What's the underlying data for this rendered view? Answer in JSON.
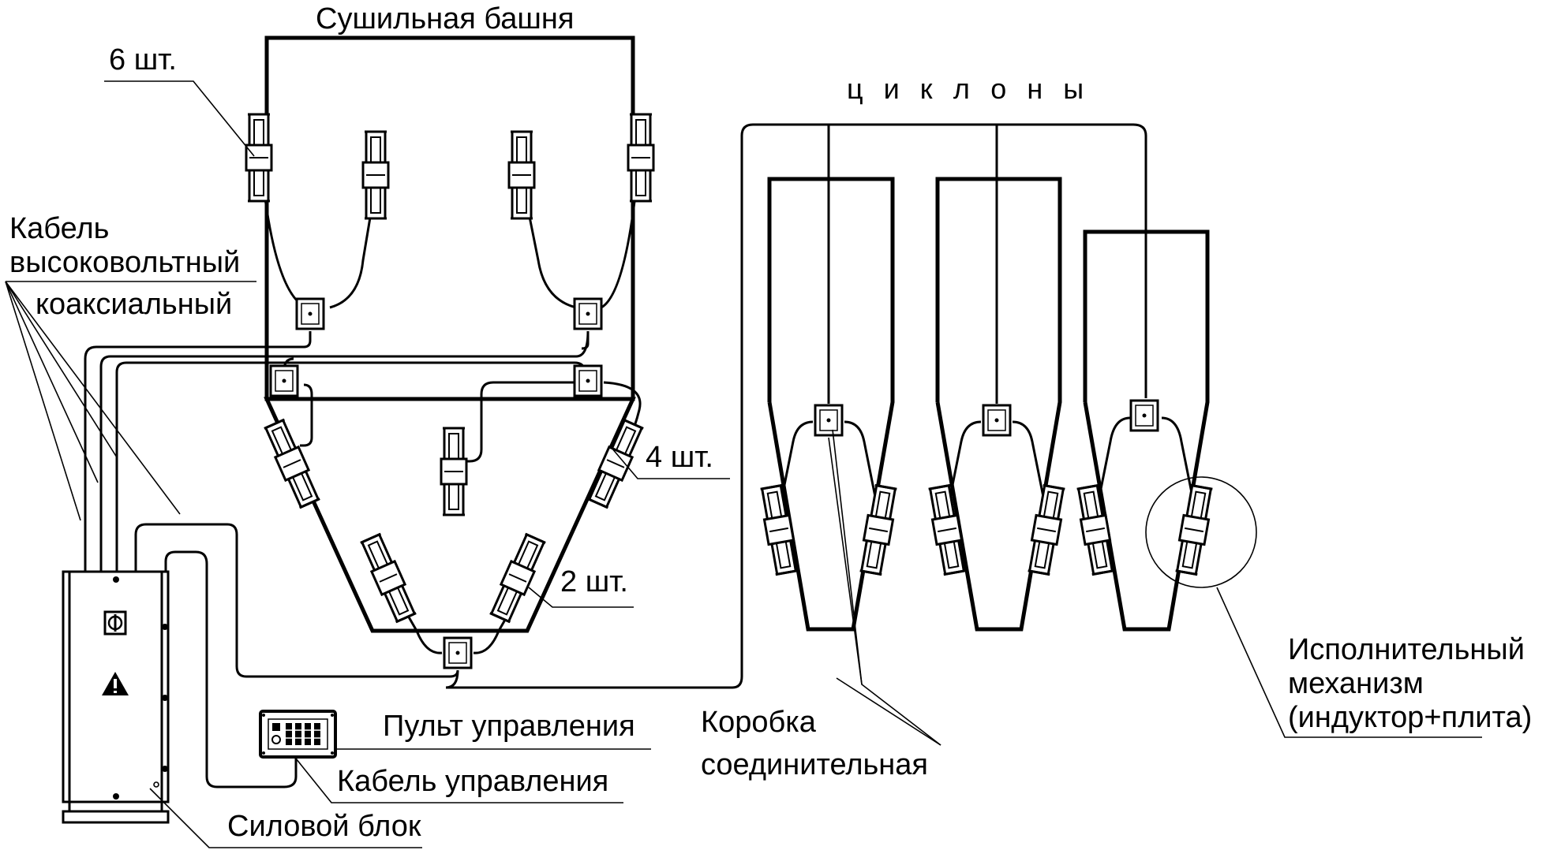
{
  "labels": {
    "tower": "Сушильная башня",
    "cyclones": "циклоны",
    "count_6": "6 шт.",
    "count_4": "4 шт.",
    "count_2": "2 шт.",
    "cable_line1": "Кабель",
    "cable_line2": "высоковольтный",
    "cable_line3": "коаксиальный",
    "actuator_line1": "Исполнительный",
    "actuator_line2": "механизм",
    "actuator_line3": "(индуктор+плита)",
    "junction_line1": "Коробка",
    "junction_line2": "соединительная",
    "control_panel": "Пульт управления",
    "control_cable": "Кабель управления",
    "power_unit": "Силовой блок"
  },
  "colors": {
    "ink": "#000000",
    "paper": "#ffffff"
  },
  "icons": {
    "warning": "warning-triangle-icon",
    "switch": "power-switch-icon"
  }
}
